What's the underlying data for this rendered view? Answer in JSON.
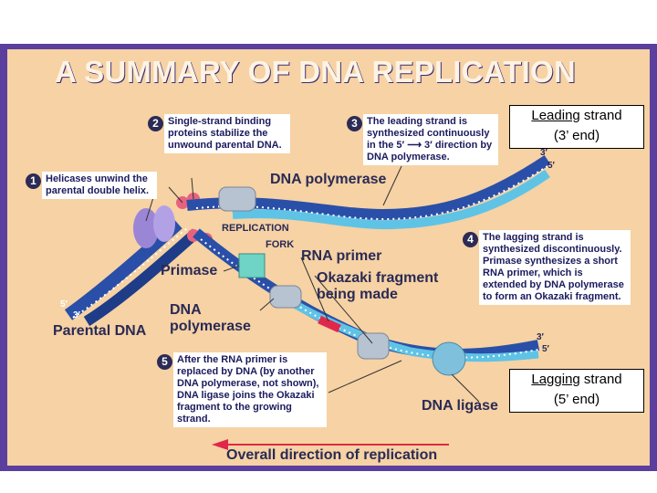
{
  "title": "A SUMMARY OF DNA REPLICATION",
  "notes": {
    "n1": "Helicases unwind the parental double helix.",
    "n2": "Single-strand binding proteins stabilize the unwound parental DNA.",
    "n3": "The leading strand is synthesized continuously in the 5′ ⟶ 3′ direction by DNA polymerase.",
    "n4": "The lagging strand is synthesized discontinuously. Primase synthesizes a short RNA primer, which is extended by DNA polymerase to form an Okazaki fragment.",
    "n5": "After the RNA primer is replaced by DNA (by another DNA polymerase, not shown), DNA ligase joins the Okazaki fragment to the growing strand."
  },
  "numbers": [
    "1",
    "2",
    "3",
    "4",
    "5"
  ],
  "labels": {
    "dna_polymerase_top": "DNA polymerase",
    "replication": "REPLICATION",
    "fork": "FORK",
    "rna_primer": "RNA primer",
    "primase": "Primase",
    "okazaki": "Okazaki fragment",
    "being_made": "being made",
    "dna_pol_lower_1": "DNA",
    "dna_pol_lower_2": "polymerase",
    "parental_dna": "Parental DNA",
    "dna_ligase": "DNA ligase",
    "overall_direction": "Overall direction of replication"
  },
  "ends": {
    "left_5": "5′",
    "left_3": "3′",
    "top_3": "3′",
    "top_5": "5′",
    "bottom_3": "3′",
    "bottom_5": "5′"
  },
  "callouts": {
    "leading_word": "Leading",
    "leading_rest": " strand",
    "leading_end": "(3’ end)",
    "lagging_word": "Lagging",
    "lagging_rest": " strand",
    "lagging_end": "(5’ end)"
  },
  "colors": {
    "frame": "#5a3f9e",
    "panel": "#f6d2a4",
    "parental_strand": "#2a4fa8",
    "new_strand": "#5fc3e6",
    "rna_primer": "#e0284a",
    "arrow": "#e0284a"
  }
}
